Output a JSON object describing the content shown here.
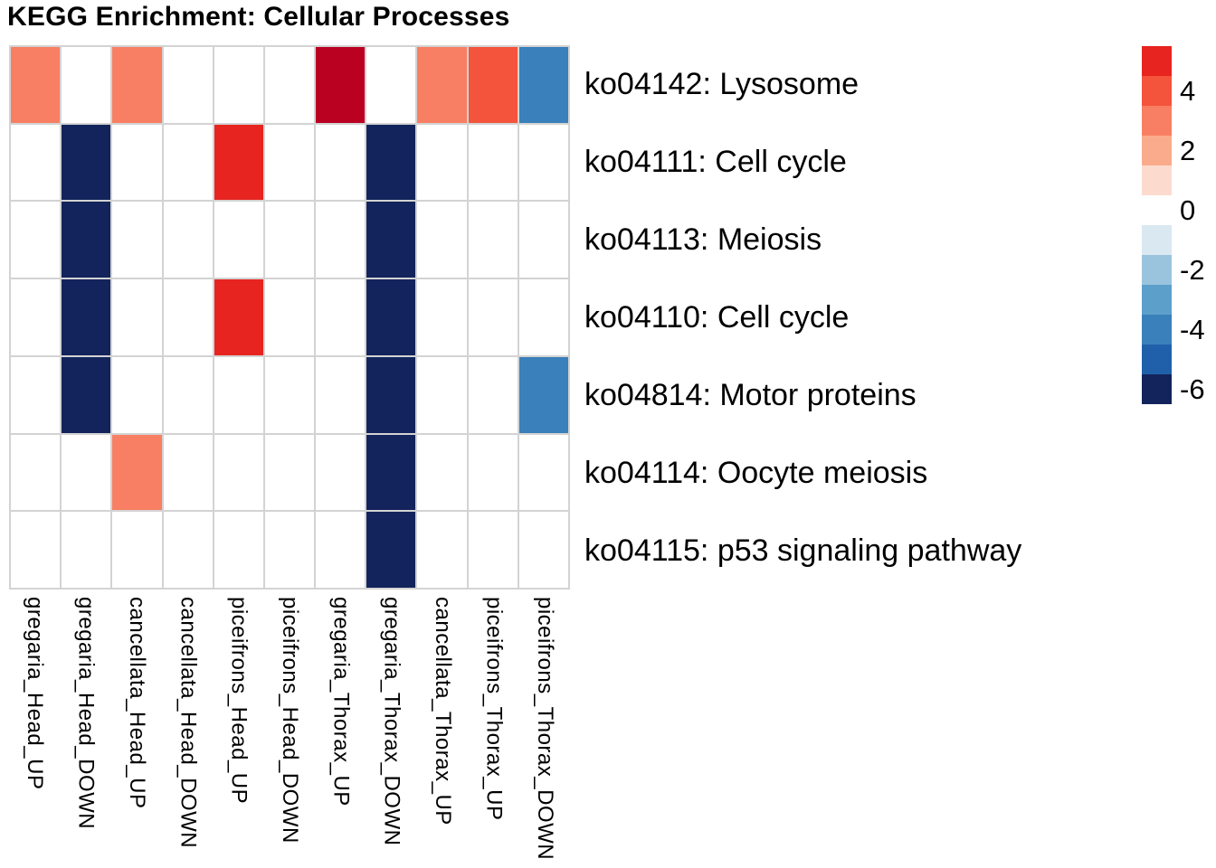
{
  "title": "KEGG Enrichment: Cellular Processes",
  "chart_data": {
    "type": "heatmap",
    "title": "KEGG Enrichment: Cellular Processes",
    "value_name": "enrichment score (signed)",
    "legend_position": "right",
    "grid_on": true,
    "rows": [
      "ko04142: Lysosome",
      "ko04111: Cell cycle",
      "ko04113: Meiosis",
      "ko04110: Cell cycle",
      "ko04814: Motor proteins",
      "ko04114: Oocyte meiosis",
      "ko04115: p53 signaling pathway"
    ],
    "columns": [
      "gregaria_Head_UP",
      "gregaria_Head_DOWN",
      "cancellata_Head_UP",
      "cancellata_Head_DOWN",
      "piceifrons_Head_UP",
      "piceifrons_Head_DOWN",
      "gregaria_Thorax_UP",
      "gregaria_Thorax_DOWN",
      "cancellata_Thorax_UP",
      "piceifrons_Thorax_UP",
      "piceifrons_Thorax_DOWN"
    ],
    "matrix": [
      [
        3,
        0,
        3,
        0,
        0,
        0,
        6,
        0,
        3,
        4,
        -4
      ],
      [
        0,
        -6,
        0,
        0,
        5,
        0,
        0,
        -6,
        0,
        0,
        0
      ],
      [
        0,
        -6,
        0,
        0,
        0,
        0,
        0,
        -6,
        0,
        0,
        0
      ],
      [
        0,
        -6,
        0,
        0,
        5,
        0,
        0,
        -6,
        0,
        0,
        0
      ],
      [
        0,
        -6,
        0,
        0,
        0,
        0,
        0,
        -6,
        0,
        0,
        -4
      ],
      [
        0,
        0,
        3,
        0,
        0,
        0,
        0,
        -6,
        0,
        0,
        0
      ],
      [
        0,
        0,
        0,
        0,
        0,
        0,
        0,
        -6,
        0,
        0,
        0
      ]
    ],
    "palette": {
      "6": "#ba0122",
      "5": "#e7241f",
      "4": "#f4533c",
      "3": "#f87f63",
      "2": "#f9ab8c",
      "1": "#fcdbce",
      "0": "#ffffff",
      "-1": "#dae8f2",
      "-2": "#9ac4de",
      "-3": "#5d9fcb",
      "-4": "#3a80ba",
      "-5": "#2060ab",
      "-6": "#13245c"
    },
    "colorbar": {
      "bins": [
        {
          "value": 5,
          "color": "#e7241f"
        },
        {
          "value": 4,
          "color": "#f4533c"
        },
        {
          "value": 3,
          "color": "#f87f63"
        },
        {
          "value": 2,
          "color": "#f9ab8c"
        },
        {
          "value": 1,
          "color": "#fcdbce"
        },
        {
          "value": 0,
          "color": "#ffffff"
        },
        {
          "value": -1,
          "color": "#dae8f2"
        },
        {
          "value": -2,
          "color": "#9ac4de"
        },
        {
          "value": -3,
          "color": "#5d9fcb"
        },
        {
          "value": -4,
          "color": "#3a80ba"
        },
        {
          "value": -5,
          "color": "#2060ab"
        },
        {
          "value": -6,
          "color": "#13245c"
        }
      ],
      "ticks": [
        4,
        2,
        0,
        -2,
        -4,
        -6
      ],
      "block_size_px": 33
    },
    "colors": {
      "gridline": "#d3d3d3",
      "background": "#ffffff",
      "text": "#000000"
    }
  }
}
